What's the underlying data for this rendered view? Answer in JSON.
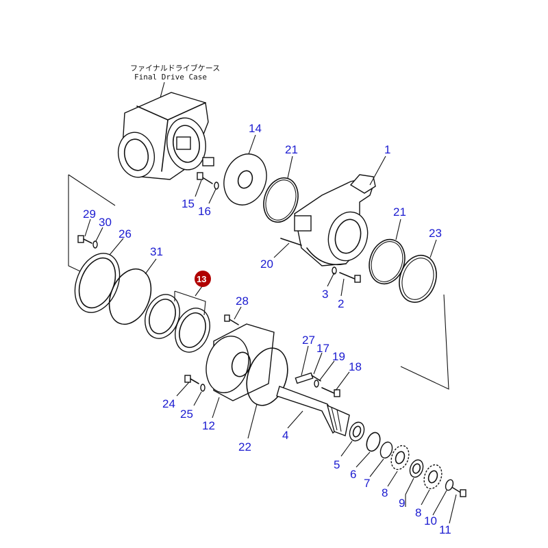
{
  "case_label": {
    "japanese": "ファイナルドライブケース",
    "english": "Final Drive Case"
  },
  "highlight": {
    "number": "13",
    "color": "#b00000"
  },
  "part_numbers": [
    "1",
    "2",
    "3",
    "4",
    "5",
    "6",
    "7",
    "8",
    "9",
    "8",
    "10",
    "11",
    "12",
    "14",
    "15",
    "16",
    "17",
    "18",
    "19",
    "20",
    "21",
    "21",
    "22",
    "23",
    "24",
    "25",
    "26",
    "27",
    "28",
    "29",
    "30",
    "31"
  ],
  "colors": {
    "number_color": "#1a1ad0",
    "line_color": "#111111"
  }
}
